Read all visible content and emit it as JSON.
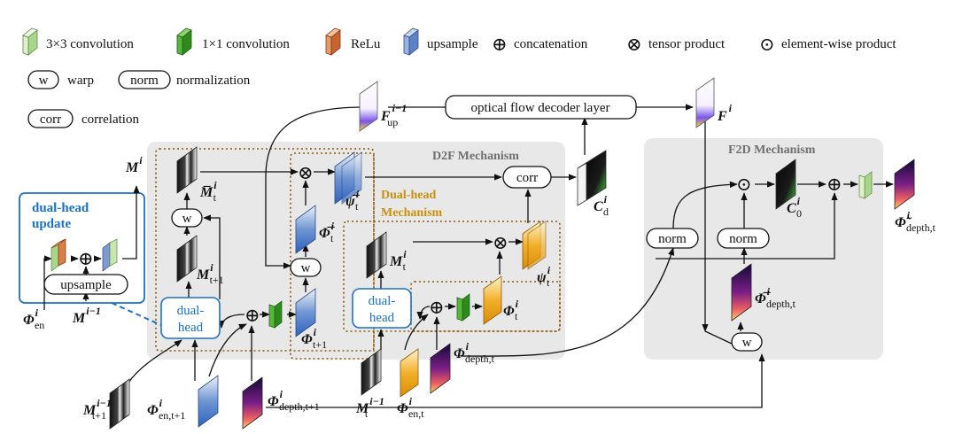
{
  "legend": {
    "conv3": "3×3 convolution",
    "conv1": "1×1 convolution",
    "relu": "ReLu",
    "upsample": "upsample",
    "concat": "concatenation",
    "tensor": "tensor product",
    "elementwise": "element-wise product",
    "warp_sym": "w",
    "warp": "warp",
    "norm_sym": "norm",
    "normalization": "normalization",
    "corr_sym": "corr",
    "correlation": "correlation"
  },
  "regions": {
    "d2f": "D2F Mechanism",
    "f2d": "F2D Mechanism",
    "dualhead_mech_l1": "Dual-head",
    "dualhead_mech_l2": "Mechanism",
    "dualhead_update_l1": "dual-head",
    "dualhead_update_l2": "update"
  },
  "nodes": {
    "optical_flow_decoder": "optical flow decoder layer",
    "corr": "corr",
    "upsample": "upsample",
    "dualhead_l1": "dual-",
    "dualhead_l2": "head",
    "dualhead2_l1": "dual-",
    "dualhead2_l2": "head",
    "w": "w",
    "norm": "norm"
  },
  "symbols": {
    "oplus": "⊕",
    "otimes": "⊗",
    "odot": "⊙"
  },
  "vars": {
    "F_up": {
      "base": "F",
      "sub": "up",
      "sup": "i−1"
    },
    "F_i": {
      "base": "F",
      "sup": "i"
    },
    "M_i": {
      "base": "M",
      "sup": "i"
    },
    "Mbar_t": {
      "base": "M̅",
      "sub": "t",
      "sup": "i"
    },
    "Psi_bar": {
      "base": "ψ̅",
      "sub": "t",
      "sup": "i"
    },
    "Phi_bar_t": {
      "base": "Φ̅",
      "sub": "t",
      "sup": "i"
    },
    "M_t1": {
      "base": "M",
      "sub": "t+1",
      "sup": "i"
    },
    "Phi_t1": {
      "base": "Φ",
      "sub": "t+1",
      "sup": "i"
    },
    "C_d": {
      "base": "C",
      "sub": "d",
      "sup": "i"
    },
    "M_t": {
      "base": "M",
      "sub": "t",
      "sup": "i"
    },
    "psi_t": {
      "base": "ψ",
      "sub": "t",
      "sup": "i"
    },
    "Phi_t": {
      "base": "Φ",
      "sub": "t",
      "sup": "i"
    },
    "Phi_en": {
      "base": "Φ",
      "sub": "en",
      "sup": "i"
    },
    "M_im1": {
      "base": "M",
      "sup": "i−1"
    },
    "M_t1_im1": {
      "base": "M",
      "sub": "t+1",
      "sup": "i−1"
    },
    "Phi_en_t1": {
      "base": "Φ",
      "sub": "en,t+1",
      "sup": "i"
    },
    "Phi_depth_t1": {
      "base": "Φ",
      "sub": "depth,t+1",
      "sup": "i"
    },
    "M_t_im1": {
      "base": "M",
      "sub": "t",
      "sup": "i−1"
    },
    "Phi_en_t": {
      "base": "Φ",
      "sub": "en,t",
      "sup": "i"
    },
    "Phi_depth_t": {
      "base": "Φ",
      "sub": "depth,t",
      "sup": "i"
    },
    "C_0": {
      "base": "C",
      "sub": "0",
      "sup": "i"
    },
    "Phi_bar_depth": {
      "base": "Φ̅",
      "sub": "depth,t",
      "sup": "i"
    },
    "Phi_tilde_depth": {
      "base": "Φ̃",
      "sub": "depth,t",
      "sup": "i"
    }
  },
  "colors": {
    "region_gray": "#e8e8e8",
    "conv3": "#c8e6b0",
    "conv1": "#46a72e",
    "relu": "#d9804a",
    "upsample": "#7d9bd0",
    "dualhead_blue": "#1a72c4",
    "dualhead_mech": "#c8900e"
  }
}
